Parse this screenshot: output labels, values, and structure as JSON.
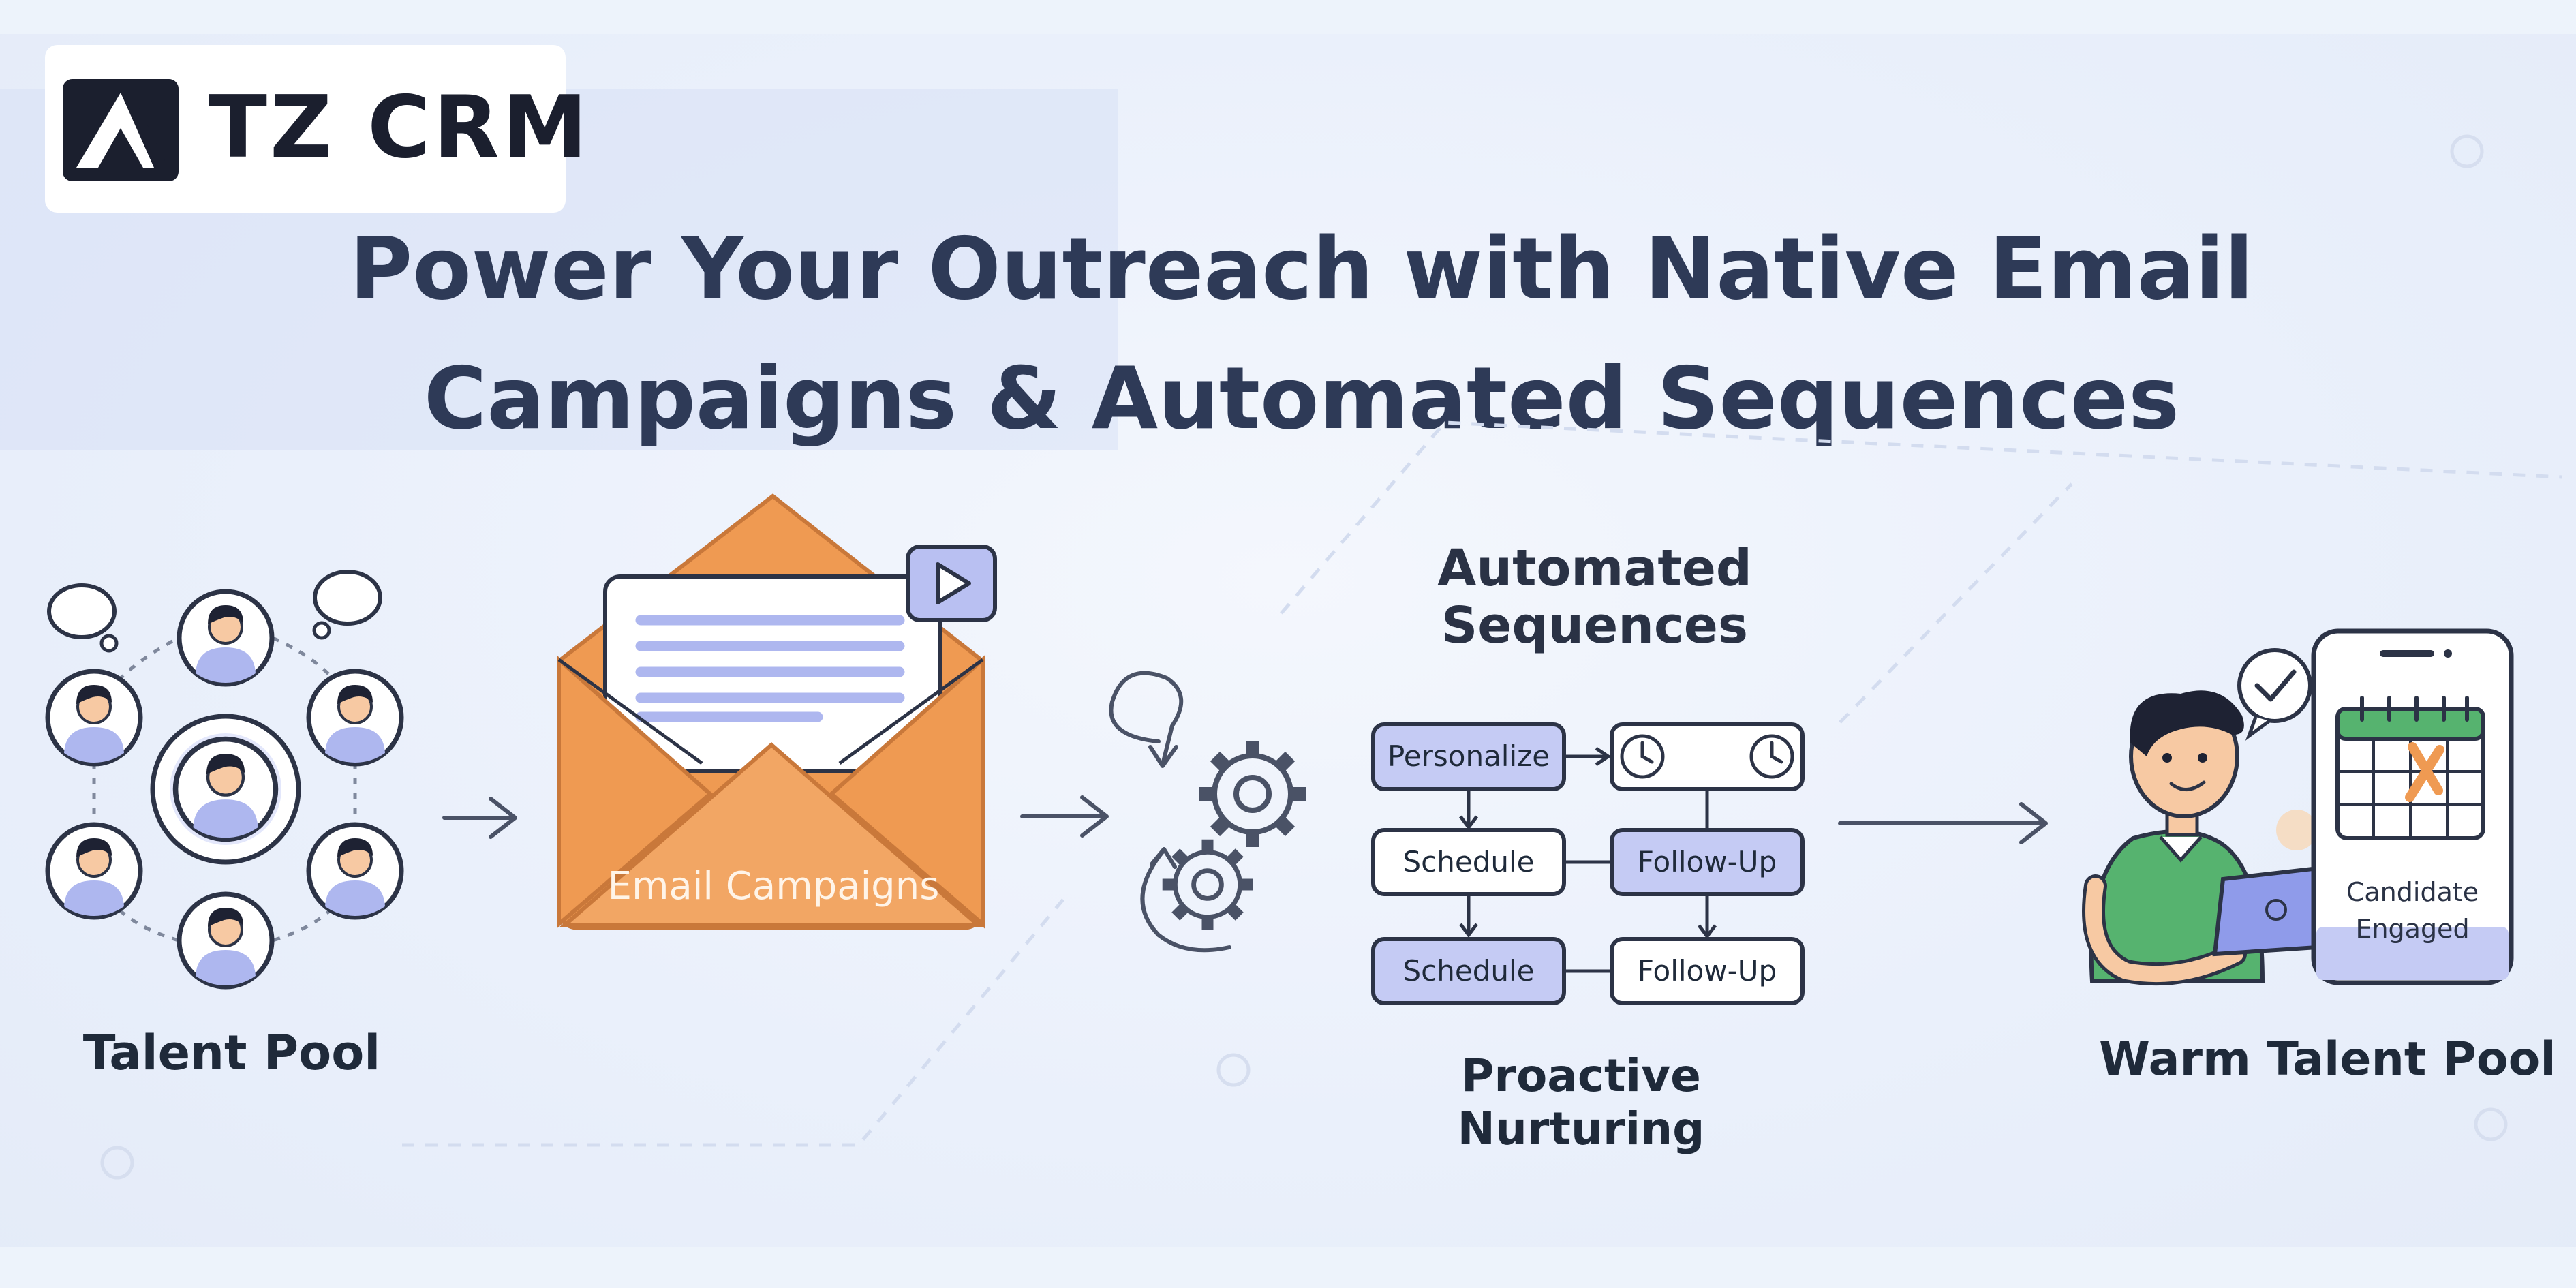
{
  "logo": {
    "text": "TZ CRM"
  },
  "title": {
    "line1": "Power Your Outreach with Native Email",
    "line2": "Campaigns & Automated Sequences"
  },
  "stages": {
    "talent_pool": "Talent Pool",
    "email_campaigns": "Email Campaigns",
    "automated_sequences_line1": "Automated",
    "automated_sequences_line2": "Sequences",
    "proactive_nurturing_line1": "Proactive",
    "proactive_nurturing_line2": "Nurturing",
    "warm_talent_pool": "Warm Talent Pool"
  },
  "sequence_steps": {
    "personalize": "Personalize",
    "schedule_1": "Schedule",
    "follow_up_1": "Follow-Up",
    "schedule_2": "Schedule",
    "follow_up_2": "Follow-Up"
  },
  "phone": {
    "line1": "Candidate",
    "line2": "Engaged"
  },
  "colors": {
    "title": "#2e3a57",
    "accent_orange": "#ef9a52",
    "accent_purple": "#b9c0f2",
    "ink": "#2c3346",
    "background": "#e9f0fa"
  },
  "icons": [
    "logo-mark-icon",
    "person-icon",
    "thought-bubble-icon",
    "envelope-icon",
    "play-icon",
    "gear-icon",
    "cycle-arrow-icon",
    "clock-icon",
    "checkmark-icon",
    "calendar-icon",
    "tablet-icon"
  ]
}
